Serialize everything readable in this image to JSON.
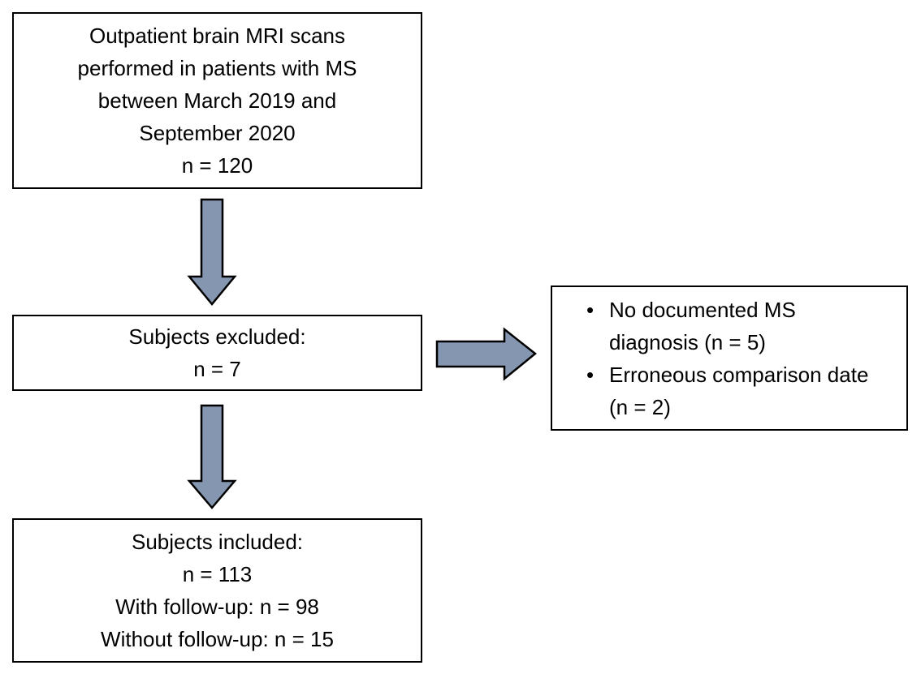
{
  "colors": {
    "background": "#FFFFFF",
    "box_border": "#000000",
    "text": "#000000",
    "arrow_fill": "#8496B0",
    "arrow_outline": "#000000"
  },
  "flowchart": {
    "top_box": {
      "lines": [
        "Outpatient brain MRI scans",
        "performed in patients with MS",
        "between March 2019 and",
        "September 2020",
        "n = 120"
      ]
    },
    "excluded_box": {
      "lines": [
        "Subjects excluded:",
        "n = 7"
      ]
    },
    "exclusion_reasons_box": {
      "items": [
        "No documented MS diagnosis (n = 5)",
        "Erroneous comparison date (n = 2)"
      ]
    },
    "included_box": {
      "lines": [
        "Subjects included:",
        "n = 113",
        "With follow-up: n = 98",
        "Without follow-up: n = 15"
      ]
    }
  }
}
